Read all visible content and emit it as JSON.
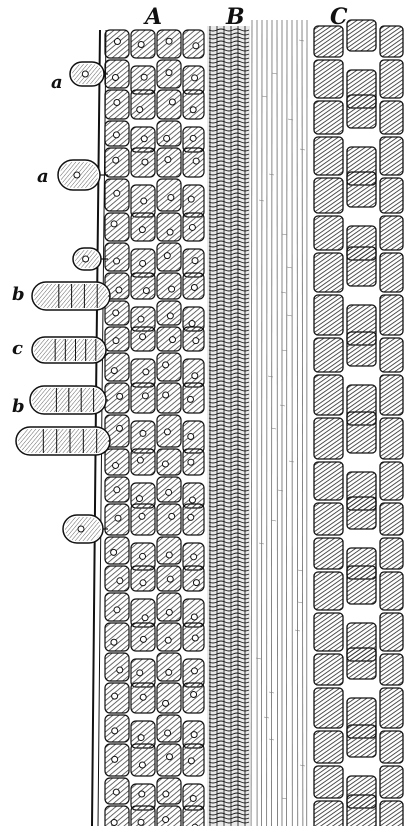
{
  "column_labels": {
    "A": "A",
    "B": "B",
    "C": "C"
  },
  "side_labels": [
    "a",
    "a",
    "b",
    "c",
    "b"
  ],
  "colors": {
    "ink": "#111111",
    "cell_fill": "#8f8f8f",
    "paper": "#ffffff"
  }
}
